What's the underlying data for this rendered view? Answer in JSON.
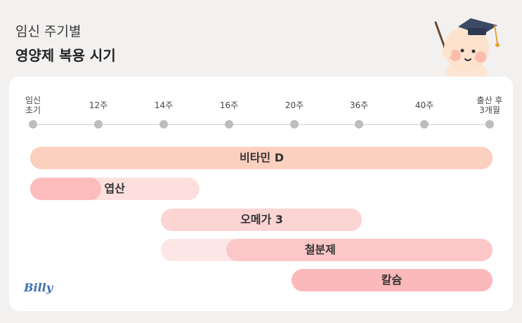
{
  "header": {
    "subtitle": "임신 주기별",
    "title": "영양제 복용 시기"
  },
  "timeline": {
    "ticks": [
      {
        "label": "임신\n초기",
        "x": 0
      },
      {
        "label": "12주",
        "x": 12
      },
      {
        "label": "14주",
        "x": 14
      },
      {
        "label": "16주",
        "x": 16
      },
      {
        "label": "20주",
        "x": 20
      },
      {
        "label": "36주",
        "x": 36
      },
      {
        "label": "40주",
        "x": 40
      },
      {
        "label": "출산 후\n3개월",
        "x": 52
      }
    ]
  },
  "supplements": [
    {
      "name": "비타민 D",
      "light_start_idx": 0,
      "light_end_idx": 7,
      "dark_start_idx": 0,
      "dark_end_idx": 7,
      "light_color": "#fcd0bf",
      "dark_color": "#fcd0bf",
      "label_center_idx": 3.5
    },
    {
      "name": "엽산",
      "light_start_idx": 0,
      "light_end_idx": 2.5,
      "dark_start_idx": 0,
      "dark_end_idx": 1,
      "light_color": "#fde0dd",
      "dark_color": "#fcbcbc",
      "label_center_idx": 1.25
    },
    {
      "name": "오메가 3",
      "light_start_idx": 2,
      "light_end_idx": 5,
      "dark_start_idx": 2,
      "dark_end_idx": 5,
      "light_color": "#fcd4d4",
      "dark_color": "#fcd4d4",
      "label_center_idx": 3.5
    },
    {
      "name": "철분제",
      "light_start_idx": 2,
      "light_end_idx": 7,
      "dark_start_idx": 3,
      "dark_end_idx": 7,
      "light_color": "#fde7e6",
      "dark_color": "#fcc7c8",
      "label_center_idx": 4.4
    },
    {
      "name": "칼슘",
      "light_start_idx": 4,
      "light_end_idx": 7,
      "dark_start_idx": 4,
      "dark_end_idx": 7,
      "light_color": "#fbb9bb",
      "dark_color": "#fbb9bb",
      "label_center_idx": 5.5
    }
  ],
  "brand": {
    "logo_text": "Billy"
  },
  "mascot": {
    "icon": "baby-graduate-icon"
  }
}
